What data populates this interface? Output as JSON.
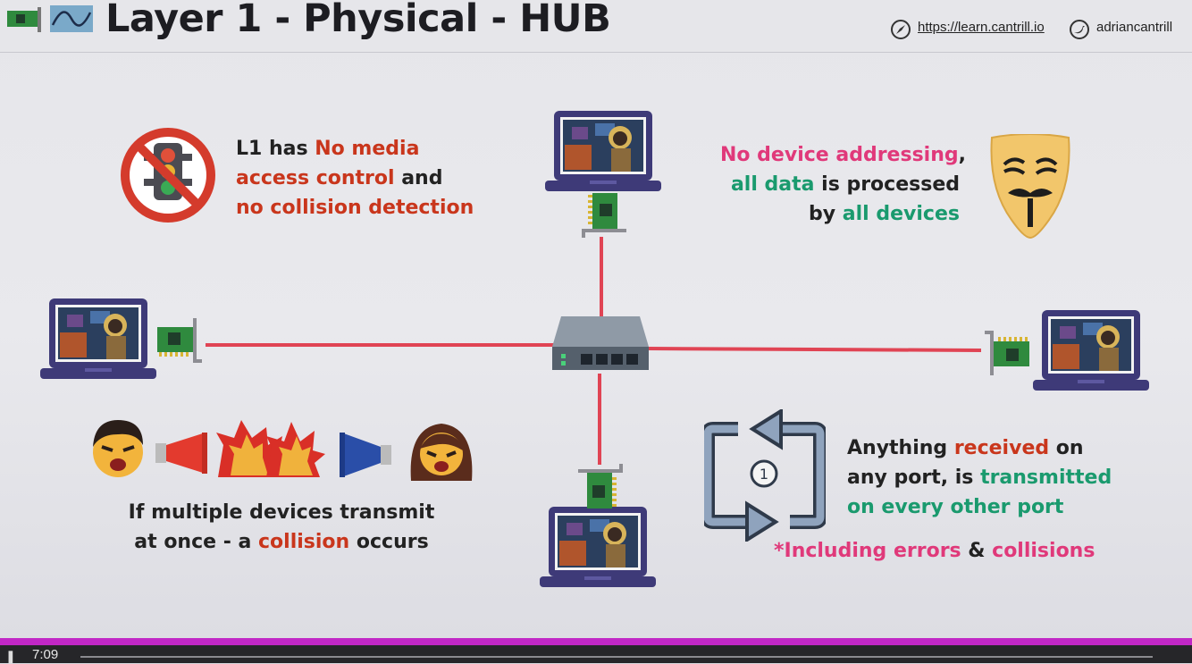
{
  "header": {
    "title": "Layer 1 - Physical - HUB",
    "link_url": "https://learn.cantrill.io",
    "link_handle": "adriancantrill",
    "icons": [
      "network-card-icon",
      "waveform-icon",
      "compass-icon",
      "twitter-icon"
    ]
  },
  "notes": {
    "no_mac": {
      "line1_a": "L1 has ",
      "line1_b": "No media",
      "line2_a": "access control",
      "line2_b": " and",
      "line3": "no collision detection"
    },
    "no_addressing": {
      "line1_a": "No device addressing",
      "line1_b": ",",
      "line2_a": "all data",
      "line2_b": " is processed",
      "line3_a": "by ",
      "line3_b": "all devices"
    },
    "collision": {
      "line1": "If multiple devices transmit",
      "line2_a": "at once - a ",
      "line2_b": "collision",
      "line2_c": " occurs"
    },
    "broadcast": {
      "line1_a": "Anything ",
      "line1_b": "received",
      "line1_c": " on",
      "line2_a": "any port, is ",
      "line2_b": "transmitted",
      "line3": "on every other port",
      "note_a": "*Including errors",
      "note_b": " & ",
      "note_c": "collisions",
      "repeat_badge": "1"
    }
  },
  "player": {
    "time": "7:09",
    "pause_icon": "pause-icon"
  },
  "colors": {
    "accent_red": "#c9361c",
    "accent_pink": "#e0397a",
    "accent_green": "#1a9a6e",
    "cable": "#e04454",
    "laptop_frame": "#3e3a78",
    "progress_bar": "#c127c6"
  }
}
